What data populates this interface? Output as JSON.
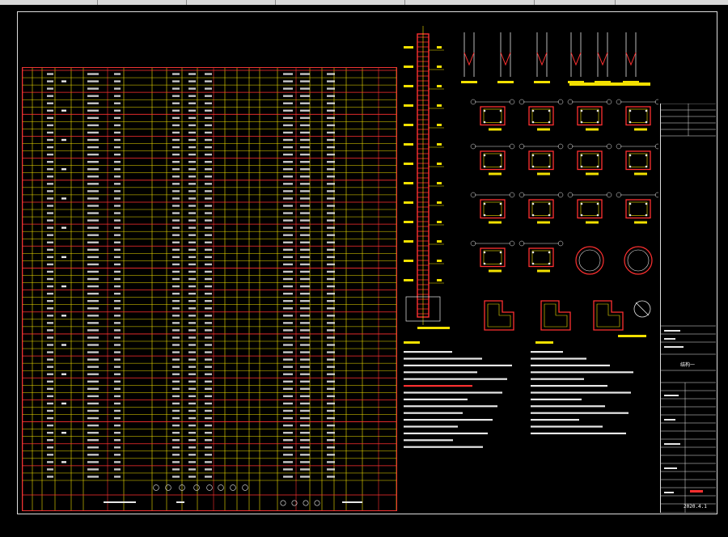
{
  "app": {
    "title": ""
  },
  "colors": {
    "background": "#000000",
    "grid_yellow": "#f2e000",
    "grid_red": "#ff3030",
    "line_white": "#e8e8e8",
    "cyan": "#00e5ff",
    "green": "#00ff66"
  },
  "schedule": {
    "row_count": 56,
    "col_count": 22,
    "row_groups": 20
  },
  "titleblock": {
    "sheet_label": "结构一",
    "date": "2020.4.1"
  },
  "icons": [
    "drawing-frame",
    "column-rebar-elevation",
    "section-detail",
    "title-block"
  ]
}
